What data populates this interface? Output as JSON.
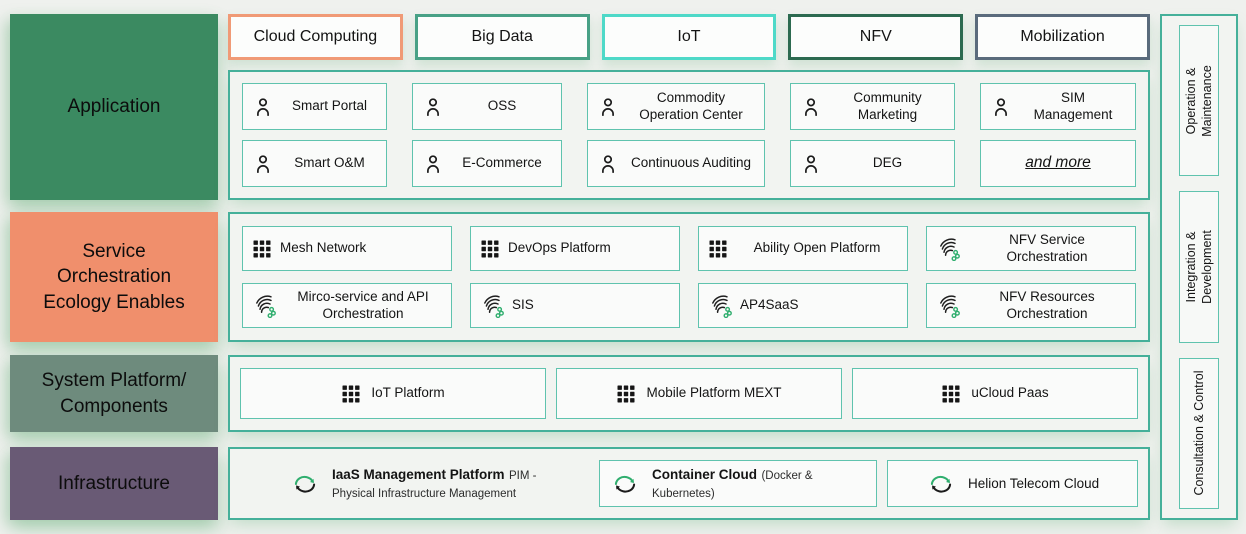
{
  "palette": {
    "container_border": "#45b09a",
    "inner_box_border": "#5fc3ae",
    "icon_green": "#2fae6e",
    "icon_dark": "#1b1b1b"
  },
  "left_rows": [
    {
      "l1": "Application",
      "l2": "",
      "l3": "",
      "color": "#3b8a61"
    },
    {
      "l1": "Service",
      "l2": "Orchestration",
      "l3": "Ecology Enables",
      "color": "#f08f6c"
    },
    {
      "l1": "System Platform/",
      "l2": "Components",
      "l3": "",
      "color": "#6e8b7d"
    },
    {
      "l1": "Infrastructure",
      "l2": "",
      "l3": "",
      "color": "#695a75"
    }
  ],
  "tabs": [
    {
      "label": "Cloud Computing",
      "border": "#f09a76"
    },
    {
      "label": "Big Data",
      "border": "#48a186"
    },
    {
      "label": "IoT",
      "border": "#4ed9c8"
    },
    {
      "label": "NFV",
      "border": "#2c6a50"
    },
    {
      "label": "Mobilization",
      "border": "#5a6b7c"
    }
  ],
  "application": {
    "row1": [
      {
        "label": "Smart Portal"
      },
      {
        "label": "OSS"
      },
      {
        "label": "Commodity Operation Center"
      },
      {
        "label": "Community Marketing"
      },
      {
        "label": "SIM Management"
      }
    ],
    "row2": [
      {
        "label": "Smart O&M"
      },
      {
        "label": "E-Commerce"
      },
      {
        "label": "Continuous Auditing"
      },
      {
        "label": "DEG"
      },
      {
        "label": "and more"
      }
    ]
  },
  "orchestration": {
    "row1": [
      {
        "label": "Mesh Network",
        "icon": "grid-icon"
      },
      {
        "label": "DevOps Platform",
        "icon": "grid-icon"
      },
      {
        "label": "Ability Open Platform",
        "icon": "grid-icon"
      },
      {
        "label": "NFV Service Orchestration",
        "icon": "mesh-icon"
      }
    ],
    "row2": [
      {
        "label": "Mirco-service and API Orchestration",
        "icon": "mesh-icon"
      },
      {
        "label": "SIS",
        "icon": "mesh-icon"
      },
      {
        "label": "AP4SaaS",
        "icon": "mesh-icon"
      },
      {
        "label": "NFV Resources Orchestration",
        "icon": "mesh-icon"
      }
    ]
  },
  "system": {
    "items": [
      {
        "label": "IoT Platform"
      },
      {
        "label": "Mobile Platform MEXT"
      },
      {
        "label": "uCloud Paas"
      }
    ]
  },
  "infrastructure": {
    "items": [
      {
        "title": "IaaS Management Platform",
        "subtitle": "PIM - Physical Infrastructure Management"
      },
      {
        "title": "Container Cloud",
        "subtitle": "(Docker & Kubernetes)"
      },
      {
        "title": "Helion Telecom Cloud",
        "subtitle": ""
      }
    ]
  },
  "right_rail": {
    "items": [
      {
        "l1": "Operation &",
        "l2": "Maintenance"
      },
      {
        "l1": "Integration &",
        "l2": "Development"
      },
      {
        "l1": "Consultation & Control",
        "l2": ""
      }
    ]
  }
}
